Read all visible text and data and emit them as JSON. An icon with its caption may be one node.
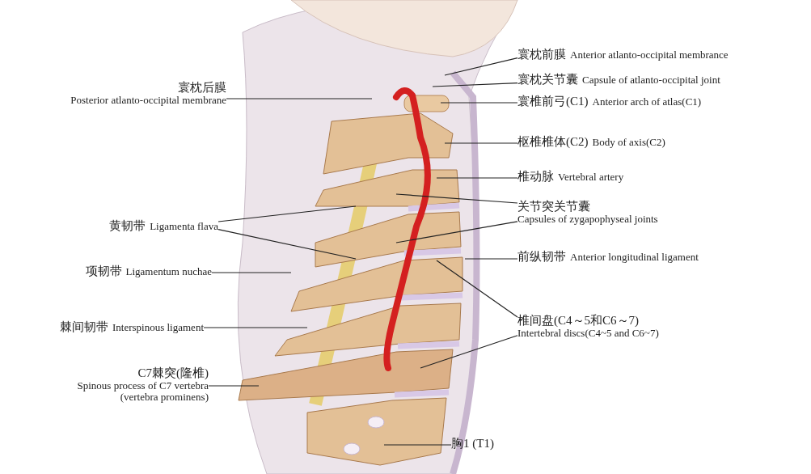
{
  "diagram": {
    "nodes": [
      {
        "text": [
          "寰枕后膜",
          "Posterior atlanto-occipital membrane"
        ]
      },
      {
        "text": [
          "寰枕前膜",
          "Anterior atlanto-occipital membrance"
        ]
      },
      {
        "text": [
          "寰枕关节囊",
          "Capsule of atlanto-occipital joint"
        ]
      },
      {
        "text": [
          "寰椎前弓(C1)",
          "Anterior arch of atlas(C1)"
        ]
      },
      {
        "text": [
          "枢椎椎体(C2)",
          "Body of axis(C2)"
        ]
      },
      {
        "text": [
          "椎动脉",
          "Vertebral artery"
        ]
      },
      {
        "text": [
          "关节突关节囊",
          "Capsules of zygapophyseal joints"
        ]
      },
      {
        "text": [
          "黄韧带",
          "Ligamenta flava"
        ]
      },
      {
        "text": [
          "前纵韧带",
          "Anterior longitudinal ligament"
        ]
      },
      {
        "text": [
          "项韧带",
          "Ligamentum nuchae"
        ]
      },
      {
        "text": [
          "椎间盘(C4～5和C6～7)",
          "Intertebral discs(C4~5 and C6~7)"
        ]
      },
      {
        "text": [
          "棘间韧带",
          "Interspinous ligament"
        ]
      },
      {
        "text": [
          "C7棘突(隆椎)",
          "Spinous process of C7 vertebra (vertebra prominens)"
        ]
      },
      {
        "text": [
          "胸1 (T1)"
        ]
      }
    ],
    "edges": [
      {
        "from": 0,
        "to": null,
        "arrow": "none"
      },
      {
        "from": 1,
        "to": null,
        "arrow": "none"
      },
      {
        "from": 2,
        "to": null,
        "arrow": "none"
      },
      {
        "from": 3,
        "to": null,
        "arrow": "none"
      },
      {
        "from": 4,
        "to": null,
        "arrow": "none"
      },
      {
        "from": 5,
        "to": null,
        "arrow": "none"
      },
      {
        "from": 6,
        "to": null,
        "arrow": "none"
      },
      {
        "from": 6,
        "to": null,
        "arrow": "none"
      },
      {
        "from": 7,
        "to": null,
        "arrow": "none"
      },
      {
        "from": 7,
        "to": null,
        "arrow": "none"
      },
      {
        "from": 8,
        "to": null,
        "arrow": "none"
      },
      {
        "from": 9,
        "to": null,
        "arrow": "none"
      },
      {
        "from": 10,
        "to": null,
        "arrow": "none"
      },
      {
        "from": 10,
        "to": null,
        "arrow": "none"
      },
      {
        "from": 11,
        "to": null,
        "arrow": "none"
      },
      {
        "from": 12,
        "to": null,
        "arrow": "none"
      },
      {
        "from": 13,
        "to": null,
        "arrow": "none"
      }
    ]
  }
}
